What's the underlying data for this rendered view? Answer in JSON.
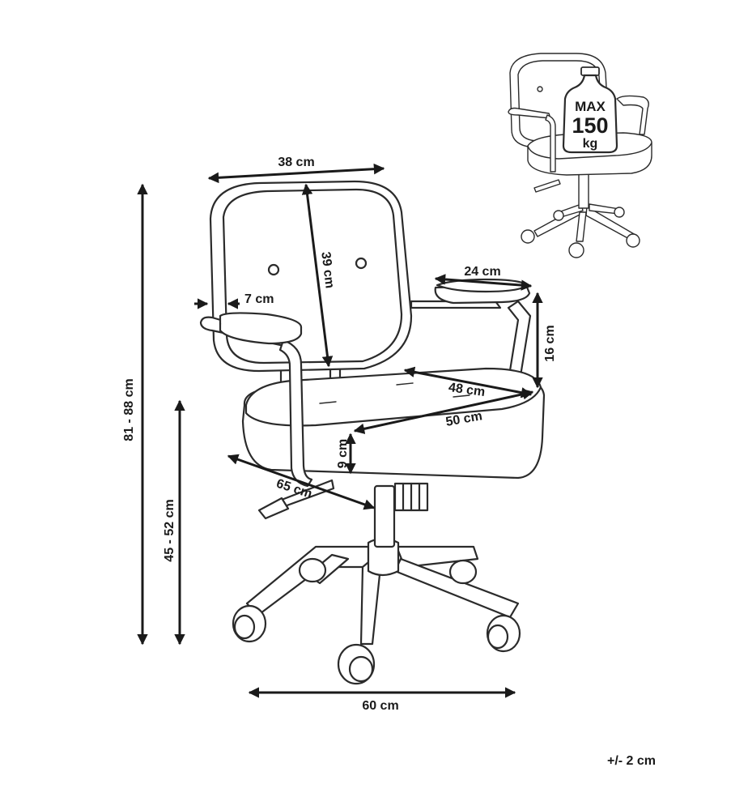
{
  "dimensions": {
    "backrest_width": "38 cm",
    "backrest_height": "39 cm",
    "backrest_depth": "7 cm",
    "armrest_length": "24 cm",
    "armrest_height": "16 cm",
    "seat_width": "48 cm",
    "seat_depth": "50 cm",
    "seat_thickness": "9 cm",
    "overall_depth": "65 cm",
    "total_height": "81 - 88 cm",
    "seat_height": "45 - 52 cm",
    "base_width": "60 cm"
  },
  "tolerance": "+/- 2 cm",
  "weight_badge": {
    "line1": "MAX",
    "line2": "150",
    "line3": "kg"
  },
  "colors": {
    "line": "#2b2b2b",
    "arrow": "#1a1a1a",
    "background": "#ffffff"
  }
}
